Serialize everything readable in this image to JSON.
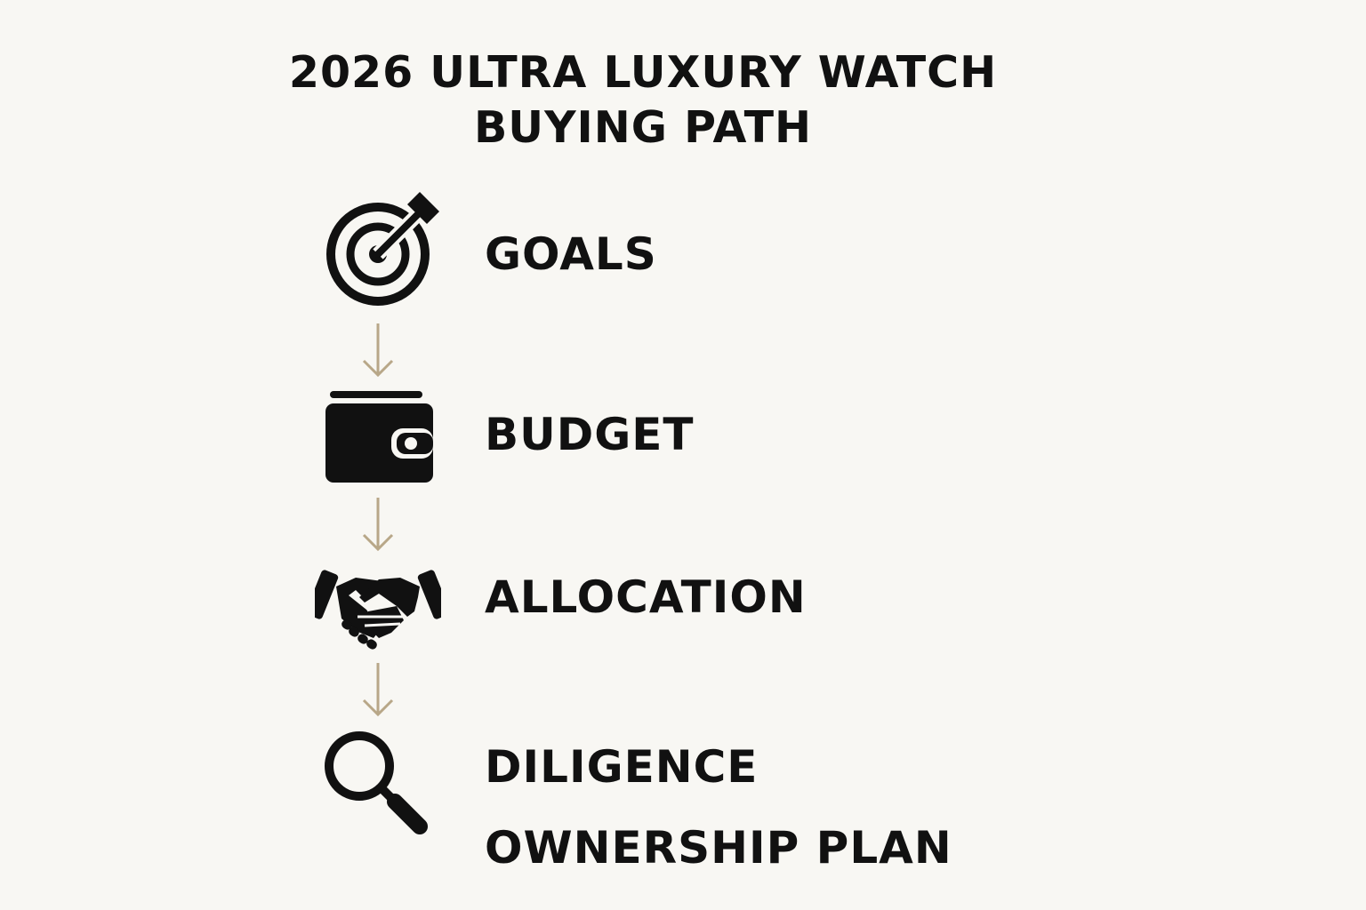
{
  "title": {
    "line1": "2026 ULTRA LUXURY WATCH",
    "line2": "BUYING PATH"
  },
  "steps": [
    {
      "label": "GOALS",
      "icon": "target-icon"
    },
    {
      "label": "BUDGET",
      "icon": "wallet-icon"
    },
    {
      "label": "ALLOCATION",
      "icon": "handshake-icon"
    },
    {
      "label": "DILIGENCE",
      "icon": "magnifier-icon"
    },
    {
      "label": "OWNERSHIP PLAN",
      "icon": ""
    }
  ],
  "colors": {
    "background": "#f8f7f3",
    "text": "#111111",
    "arrow": "#b8a788"
  }
}
